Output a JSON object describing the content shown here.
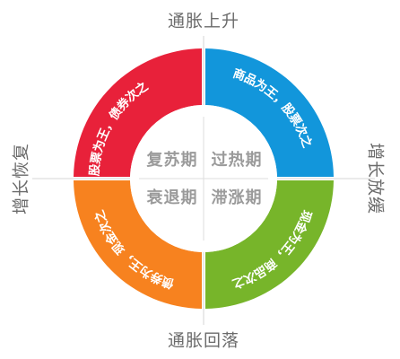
{
  "axes": {
    "top": "通胀上升",
    "bottom": "通胀回落",
    "left": "增长恢复",
    "right": "增长放缓"
  },
  "quadrants": [
    {
      "key": "top_left",
      "color": "#e8213a",
      "phase": "复苏期",
      "arc_text": "股票为王，债券次之"
    },
    {
      "key": "top_right",
      "color": "#1296db",
      "phase": "过热期",
      "arc_text": "商品为王，股票次之"
    },
    {
      "key": "bottom_left",
      "color": "#f7821f",
      "phase": "衰退期",
      "arc_text": "债券为王，现金次之"
    },
    {
      "key": "bottom_right",
      "color": "#77b52a",
      "phase": "滞涨期",
      "arc_text": "现金为王，商品次之"
    }
  ]
}
